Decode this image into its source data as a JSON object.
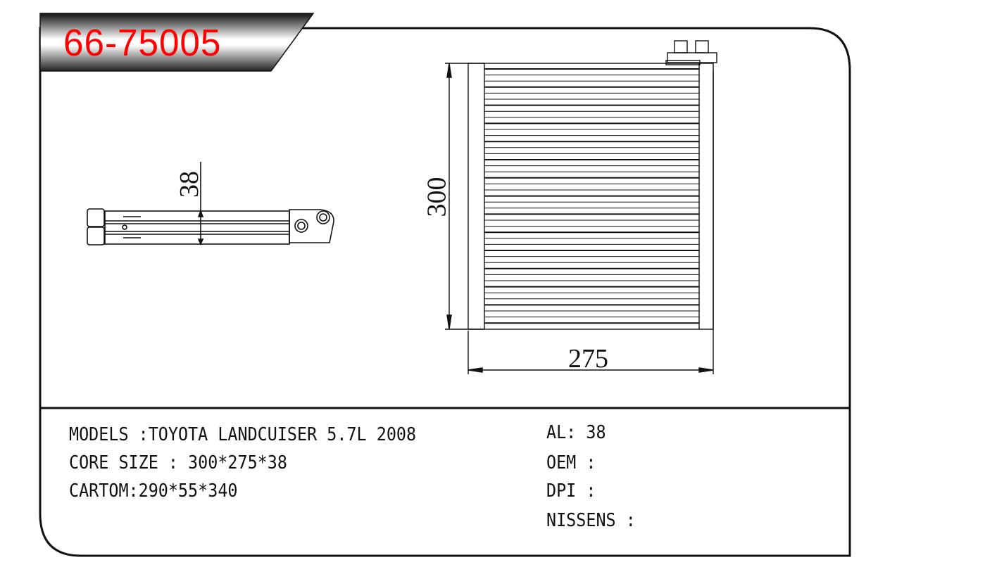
{
  "part_number": "66-75005",
  "dimensions": {
    "height": "300",
    "width": "275",
    "depth": "38"
  },
  "specs_left": [
    "MODELS :TOYOTA LANDCUISER 5.7L 2008",
    "CORE SIZE : 300*275*38",
    "CARTOM:290*55*340"
  ],
  "specs_right": [
    "AL: 38",
    "OEM :",
    "DPI :",
    "NISSENS :"
  ],
  "colors": {
    "part_number": "#ff0000",
    "lines": "#111111"
  }
}
